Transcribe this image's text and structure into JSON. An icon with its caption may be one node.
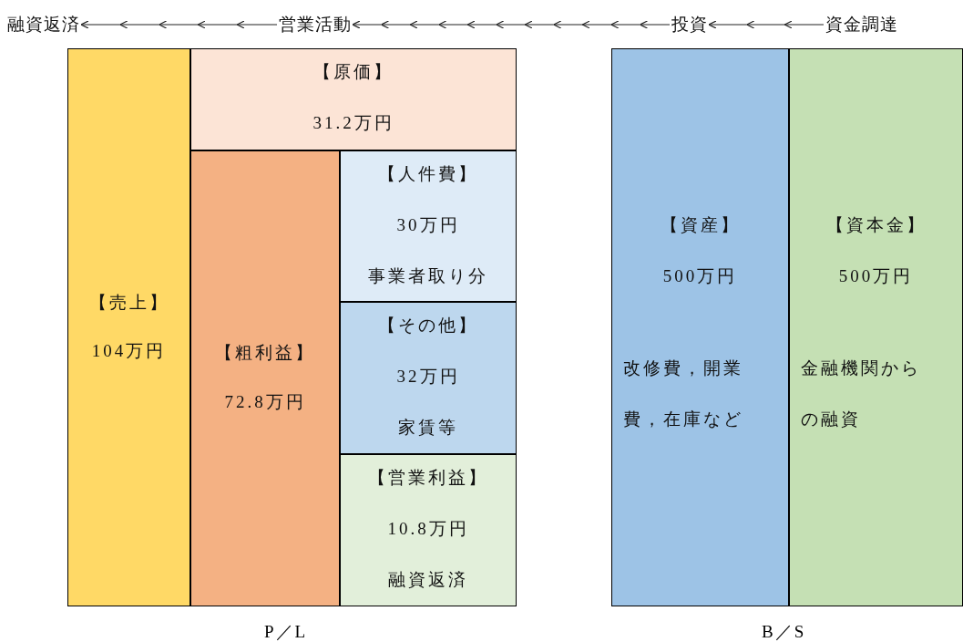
{
  "diagram": {
    "nodes": [
      {
        "text": [
          "融資返済"
        ]
      },
      {
        "text": [
          "営業活動"
        ]
      },
      {
        "text": [
          "投資"
        ]
      },
      {
        "text": [
          "資金調達"
        ]
      },
      {
        "text": [
          "【売上】",
          "104万円"
        ]
      },
      {
        "text": [
          "【原価】",
          "31.2万円"
        ]
      },
      {
        "text": [
          "【粗利益】",
          "72.8万円"
        ]
      },
      {
        "text": [
          "【人件費】",
          "30万円",
          "事業者取り分"
        ]
      },
      {
        "text": [
          "【その他】",
          "32万円",
          "家賃等"
        ]
      },
      {
        "text": [
          "【営業利益】",
          "10.8万円",
          "融資返済"
        ]
      },
      {
        "text": [
          "【資産】",
          "500万円",
          "改修費，開業費，在庫など"
        ]
      },
      {
        "text": [
          "【資本金】",
          "500万円",
          "金融機関からの融資"
        ]
      }
    ],
    "edges": [
      {
        "from": 1,
        "to": 0,
        "arrow": "to"
      },
      {
        "from": 2,
        "to": 1,
        "arrow": "to"
      },
      {
        "from": 3,
        "to": 2,
        "arrow": "to"
      }
    ],
    "labels": [
      "P／L",
      "B／S"
    ]
  }
}
